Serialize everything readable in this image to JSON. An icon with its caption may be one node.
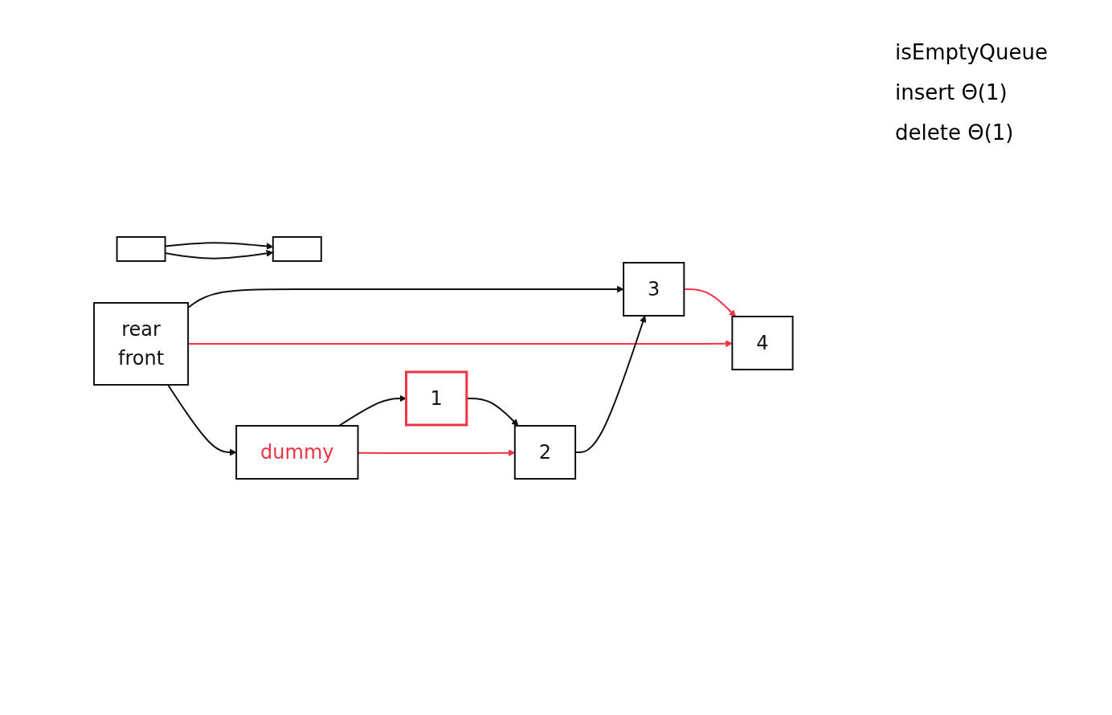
{
  "diagram": {
    "nodes": [
      {
        "text": [
          "rear",
          "front"
        ]
      },
      {
        "text": [
          "dummy"
        ]
      },
      {
        "text": [
          "1"
        ]
      },
      {
        "text": [
          "2"
        ]
      },
      {
        "text": [
          "3"
        ]
      },
      {
        "text": [],
        "shape": "box"
      },
      {
        "text": [],
        "shape": "box"
      },
      {
        "text": [
          "4"
        ]
      }
    ],
    "edges": [
      {
        "from": 0,
        "to": 4,
        "arrow": "to"
      },
      {
        "from": 0,
        "to": 7,
        "arrow": "to",
        "color": "#f03345"
      },
      {
        "from": 0,
        "to": 1,
        "arrow": "to"
      },
      {
        "from": 1,
        "to": 2,
        "arrow": "to"
      },
      {
        "from": 1,
        "to": 3,
        "arrow": "to",
        "color": "#f03345"
      },
      {
        "from": 2,
        "to": 3,
        "arrow": "to"
      },
      {
        "from": 3,
        "to": 4,
        "arrow": "to"
      },
      {
        "from": 4,
        "to": 7,
        "arrow": "to",
        "color": "#f03345"
      },
      {
        "from": 5,
        "to": 6,
        "arrow": "to"
      },
      {
        "from": 5,
        "to": 6,
        "arrow": "to"
      }
    ],
    "labels": [
      "isEmptyQueue",
      "insert Θ(1)",
      "delete Θ(1)"
    ]
  }
}
